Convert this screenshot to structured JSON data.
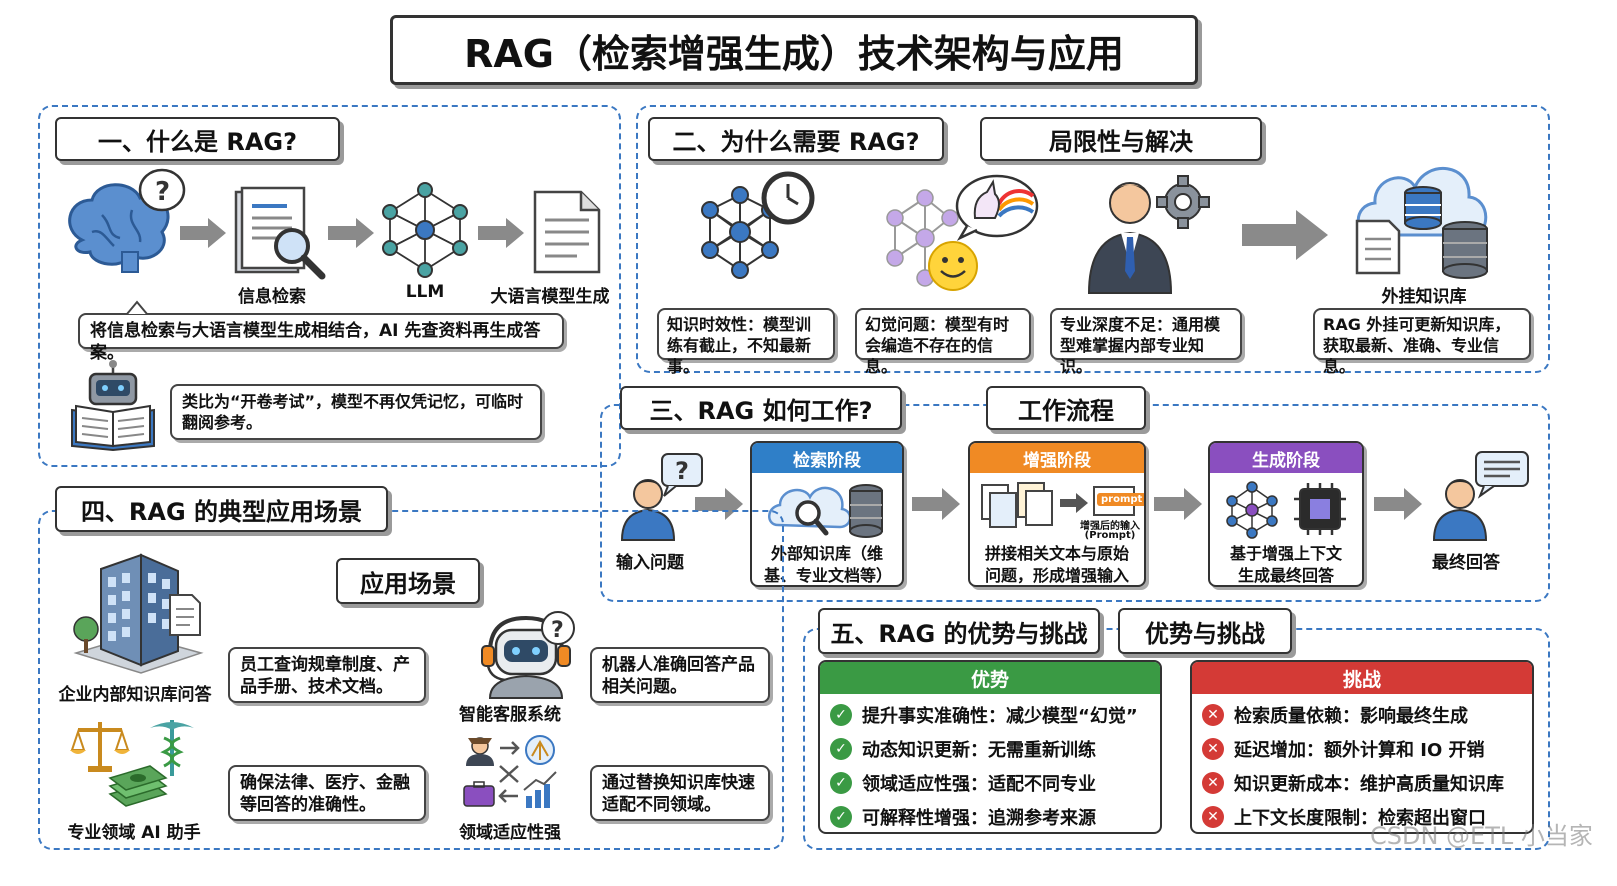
{
  "title": "RAG（检索增强生成）技术架构与应用",
  "colors": {
    "dash": "#3b78c2",
    "retrieval": "#2f7fc8",
    "augment": "#f08a24",
    "generate": "#8a4fbf",
    "advantage": "#3a9a44",
    "challenge": "#d43a36"
  },
  "section1": {
    "heading": "一、什么是 RAG?",
    "steps": [
      "信息检索",
      "LLM",
      "大语言模型生成"
    ],
    "definition": "将信息检索与大语言模型生成相结合，AI 先查资料再生成答案。",
    "analogy": "类比为“开卷考试”，模型不再仅凭记忆，可临时翻阅参考。",
    "icons": [
      "brain-question-icon",
      "document-search-icon",
      "neural-network-icon",
      "document-icon",
      "robot-book-icon"
    ]
  },
  "section2": {
    "heading": "二、为什么需要 RAG?",
    "subheading": "局限性与解决",
    "external_label": "外挂知识库",
    "cards": [
      "知识时效性：模型训练有截止，不知最新事。",
      "幻觉问题：模型有时会编造不存在的信息。",
      "专业深度不足：通用模型难掌握内部专业知识。",
      "RAG 外挂可更新知识库，获取最新、准确、专业信息。"
    ]
  },
  "section3": {
    "heading": "三、RAG 如何工作?",
    "subheading": "工作流程",
    "input_label": "输入问题",
    "output_label": "最终回答",
    "stages": [
      {
        "name": "检索阶段",
        "text": "外部知识库（维基、专业文档等）"
      },
      {
        "name": "增强阶段",
        "text": "拼接相关文本与原始问题，形成增强输入",
        "prompt_badge": "prompt",
        "prompt_caption": "增强后的输入",
        "prompt_caption2": "(Prompt)"
      },
      {
        "name": "生成阶段",
        "text": "基于增强上下文生成最终回答"
      }
    ]
  },
  "section4": {
    "heading": "四、RAG 的典型应用场景",
    "subheading": "应用场景",
    "scenarios": [
      {
        "label": "企业内部知识库问答",
        "desc": "员工查询规章制度、产品手册、技术文档。"
      },
      {
        "label": "智能客服系统",
        "desc": "机器人准确回答产品相关问题。"
      },
      {
        "label": "专业领域 AI 助手",
        "desc": "确保法律、医疗、金融等回答的准确性。"
      },
      {
        "label": "领域适应性强",
        "desc": "通过替换知识库快速适配不同领域。"
      }
    ]
  },
  "section5": {
    "heading": "五、RAG 的优势与挑战",
    "subheading": "优势与挑战",
    "advantages_title": "优势",
    "advantages": [
      "提升事实准确性：减少模型“幻觉”",
      "动态知识更新：无需重新训练",
      "领域适应性强：适配不同专业",
      "可解释性增强：追溯参考来源"
    ],
    "challenges_title": "挑战",
    "challenges": [
      "检索质量依赖：影响最终生成",
      "延迟增加：额外计算和 IO 开销",
      "知识更新成本：维护高质量知识库",
      "上下文长度限制：检索超出窗口"
    ]
  },
  "watermark": "CSDN @ETL 小当家"
}
